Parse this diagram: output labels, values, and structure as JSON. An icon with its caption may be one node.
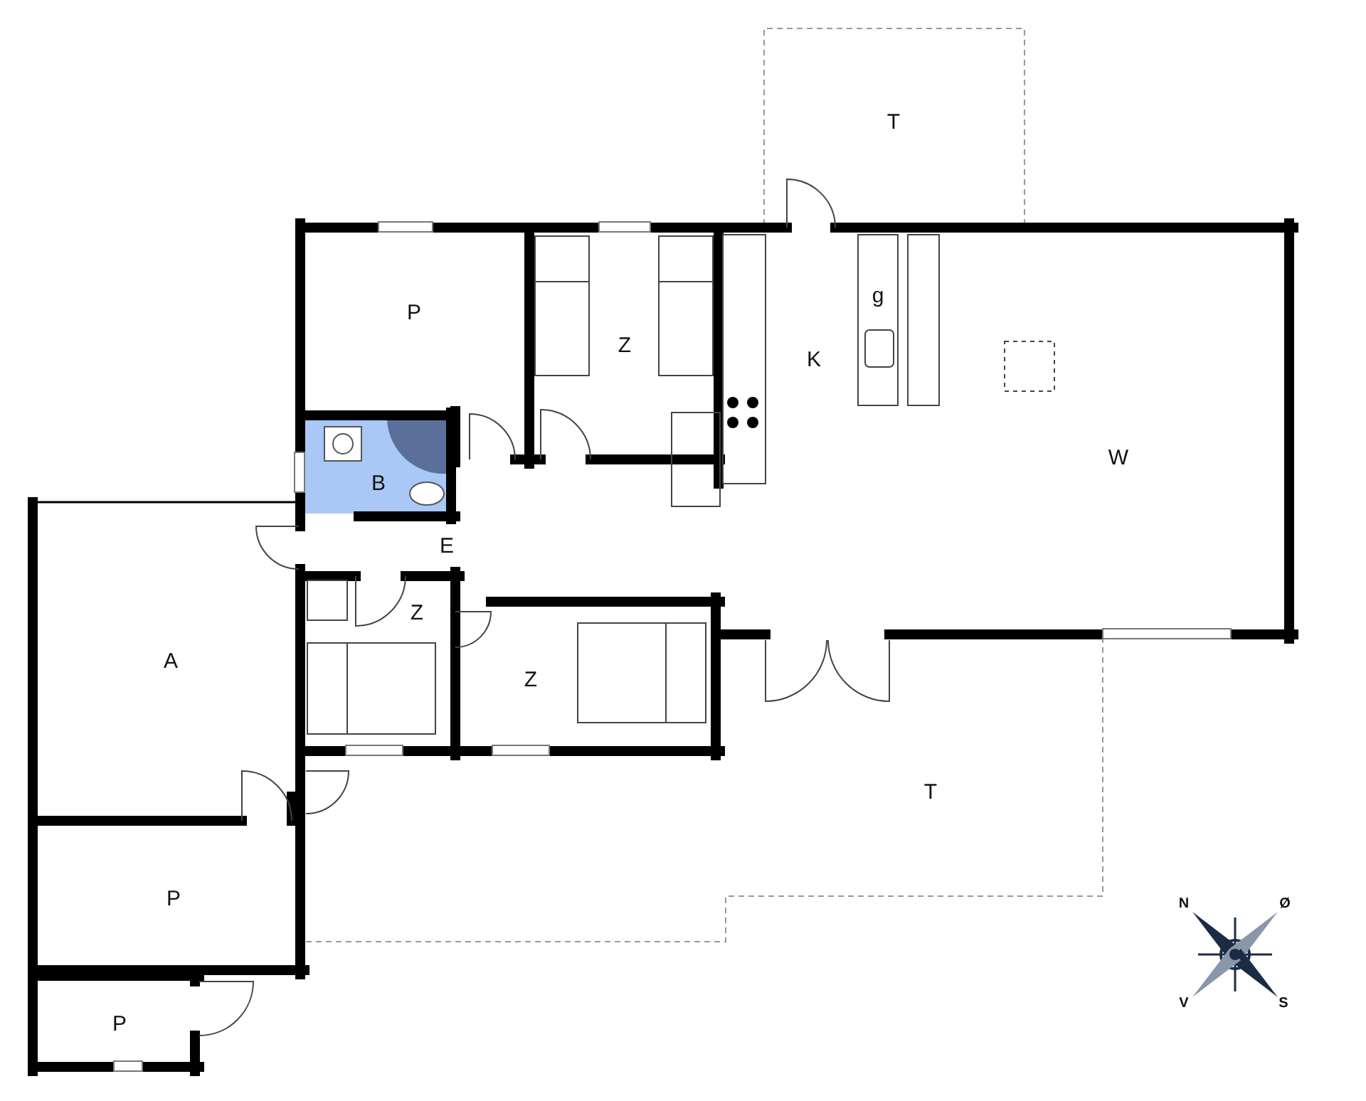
{
  "diagram": {
    "labels": [
      "T",
      "g",
      "P",
      "Z",
      "K",
      "W",
      "B",
      "E",
      "Z",
      "A",
      "Z",
      "T",
      "P",
      "N",
      "Ø",
      "V",
      "S",
      "P"
    ]
  }
}
